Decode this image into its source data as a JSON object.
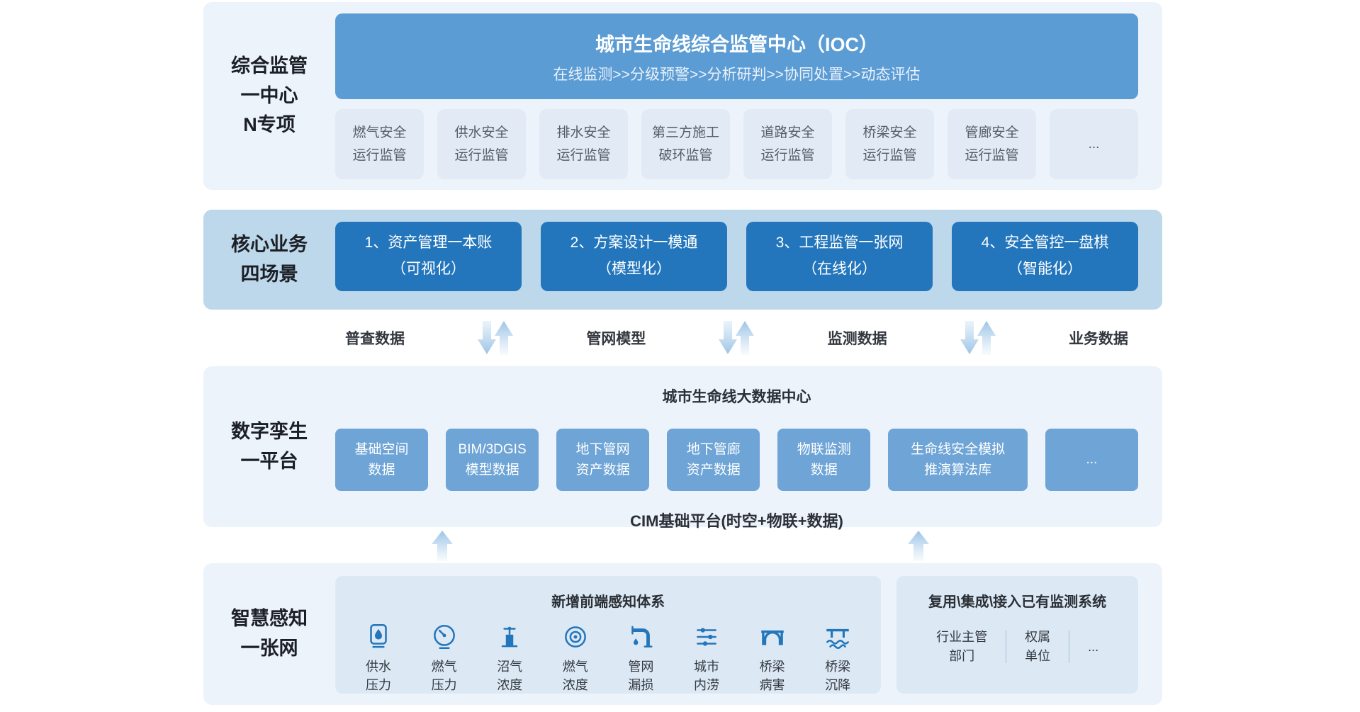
{
  "palette": {
    "panel_bg": "#EDF3FB",
    "panel2_bg": "#BDD7EB",
    "ioc_blue": "#5C9CD4",
    "dark_blue": "#2376BC",
    "mid_blue": "#6EA4D6",
    "chip_bg": "#E2EAF5",
    "inner_box_bg": "#DCE9F5",
    "arrow_blue": "#A5CBE9",
    "icon_blue": "#2376BC"
  },
  "supervision": {
    "label_lines": [
      "综合监管",
      "一中心",
      "N专项"
    ],
    "ioc_title": "城市生命线综合监管中心（IOC）",
    "ioc_subtitle": "在线监测>>分级预警>>分析研判>>协同处置>>动态评估",
    "items": [
      {
        "line1": "燃气安全",
        "line2": "运行监管"
      },
      {
        "line1": "供水安全",
        "line2": "运行监管"
      },
      {
        "line1": "排水安全",
        "line2": "运行监管"
      },
      {
        "line1": "第三方施工",
        "line2": "破环监管"
      },
      {
        "line1": "道路安全",
        "line2": "运行监管"
      },
      {
        "line1": "桥梁安全",
        "line2": "运行监管"
      },
      {
        "line1": "管廊安全",
        "line2": "运行监管"
      },
      {
        "line1": "...",
        "line2": ""
      }
    ]
  },
  "business": {
    "label_lines": [
      "核心业务",
      "四场景"
    ],
    "items": [
      {
        "line1": "1、资产管理一本账",
        "line2": "（可视化）"
      },
      {
        "line1": "2、方案设计一模通",
        "line2": "（模型化）"
      },
      {
        "line1": "3、工程监管一张网",
        "line2": "（在线化）"
      },
      {
        "line1": "4、安全管控一盘棋",
        "line2": "（智能化）"
      }
    ]
  },
  "flows": {
    "labels": [
      "普查数据",
      "管网模型",
      "监测数据",
      "业务数据"
    ]
  },
  "digital": {
    "label_lines": [
      "数字孪生",
      "一平台"
    ],
    "title": "城市生命线大数据中心",
    "items": [
      {
        "line1": "基础空间",
        "line2": "数据"
      },
      {
        "line1": "BIM/3DGIS",
        "line2": "模型数据"
      },
      {
        "line1": "地下管网",
        "line2": "资产数据"
      },
      {
        "line1": "地下管廊",
        "line2": "资产数据"
      },
      {
        "line1": "物联监测",
        "line2": "数据"
      },
      {
        "line1": "生命线安全模拟",
        "line2": "推演算法库"
      },
      {
        "line1": "...",
        "line2": ""
      }
    ],
    "footer": "CIM基础平台(时空+物联+数据)"
  },
  "sensing": {
    "label_lines": [
      "智慧感知",
      "一张网"
    ],
    "new_title": "新增前端感知体系",
    "sensors": [
      {
        "icon": "water-pressure-icon",
        "line1": "供水",
        "line2": "压力"
      },
      {
        "icon": "gas-pressure-icon",
        "line1": "燃气",
        "line2": "压力"
      },
      {
        "icon": "biogas-concentration-icon",
        "line1": "沼气",
        "line2": "浓度"
      },
      {
        "icon": "gas-concentration-icon",
        "line1": "燃气",
        "line2": "浓度"
      },
      {
        "icon": "pipe-leakage-icon",
        "line1": "管网",
        "line2": "漏损"
      },
      {
        "icon": "urban-flooding-icon",
        "line1": "城市",
        "line2": "内涝"
      },
      {
        "icon": "bridge-damage-icon",
        "line1": "桥梁",
        "line2": "病害"
      },
      {
        "icon": "bridge-settlement-icon",
        "line1": "桥梁",
        "line2": "沉降"
      }
    ],
    "reuse_title": "复用\\集成\\接入已有监测系统",
    "reuse_items": [
      {
        "line1": "行业主管",
        "line2": "部门"
      },
      {
        "line1": "权属",
        "line2": "单位"
      },
      {
        "line1": "...",
        "line2": ""
      }
    ]
  }
}
